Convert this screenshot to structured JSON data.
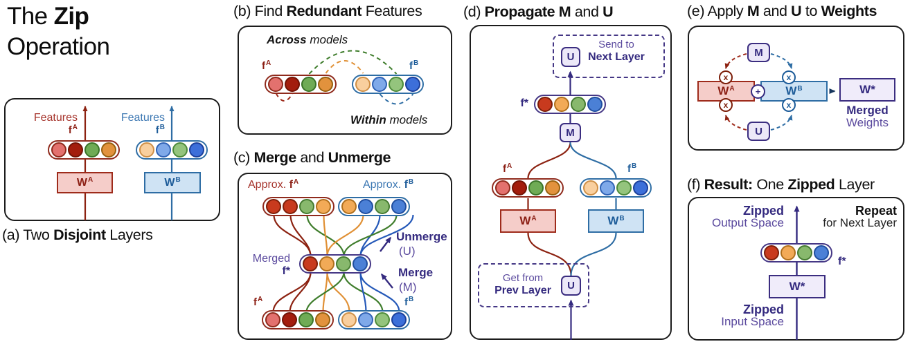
{
  "main_title": {
    "line1": [
      {
        "t": "The "
      },
      {
        "t": "Zip",
        "b": 1
      }
    ],
    "line2": "Operation"
  },
  "labels": {
    "features": "Features",
    "approx": "Approx.",
    "f_a": {
      "base": "f",
      "sup": "A"
    },
    "f_b": {
      "base": "f",
      "sup": "B"
    },
    "f_star": "f*",
    "w_a": {
      "base": "W",
      "sup": "A"
    },
    "w_b": {
      "base": "W",
      "sup": "B"
    },
    "w_star": "W*",
    "m": "M",
    "u": "U",
    "x": "x",
    "plus": "+"
  },
  "panel_a": {
    "caption": [
      {
        "t": "(a) Two "
      },
      {
        "t": "Disjoint",
        "b": 1
      },
      {
        "t": " Layers"
      }
    ]
  },
  "panel_b": {
    "title": [
      {
        "t": "(b) Find "
      },
      {
        "t": "Redundant",
        "b": 1
      },
      {
        "t": " Features"
      }
    ],
    "across": [
      {
        "t": "Across",
        "b": 1
      },
      {
        "t": " models"
      }
    ],
    "within": [
      {
        "t": "Within",
        "b": 1
      },
      {
        "t": " models"
      }
    ]
  },
  "panel_c": {
    "title": [
      {
        "t": "(c) "
      },
      {
        "t": "Merge",
        "b": 1
      },
      {
        "t": " and "
      },
      {
        "t": "Unmerge",
        "b": 1
      }
    ],
    "merged_label": "Merged",
    "unmerge": "Unmerge",
    "unmerge_sub": "(U)",
    "merge": "Merge",
    "merge_sub": "(M)"
  },
  "panel_d": {
    "title": [
      {
        "t": "(d) "
      },
      {
        "t": "Propagate M",
        "b": 1
      },
      {
        "t": " and "
      },
      {
        "t": "U",
        "b": 1
      }
    ],
    "send_to": "Send to",
    "next_layer": "Next Layer",
    "get_from": "Get from",
    "prev_layer": "Prev Layer"
  },
  "panel_e": {
    "title": [
      {
        "t": "(e) Apply "
      },
      {
        "t": "M",
        "b": 1
      },
      {
        "t": " and "
      },
      {
        "t": "U",
        "b": 1
      },
      {
        "t": " to "
      },
      {
        "t": "Weights",
        "b": 1
      }
    ],
    "merged": "Merged",
    "weights": "Weights"
  },
  "panel_f": {
    "title": [
      {
        "t": "(f) "
      },
      {
        "t": "Result:",
        "b": 1
      },
      {
        "t": " One "
      },
      {
        "t": "Zipped",
        "b": 1
      },
      {
        "t": " Layer"
      }
    ],
    "zipped_out": "Zipped",
    "output_space": "Output Space",
    "repeat": "Repeat",
    "for_next_layer": "for Next Layer",
    "zipped_in": "Zipped",
    "input_space": "Input Space"
  },
  "circles": {
    "fA": [
      {
        "f": "#e3716e",
        "s": "#8f2a1c"
      },
      {
        "f": "#a31d0d",
        "s": "#701204"
      },
      {
        "f": "#6fab55",
        "s": "#3a7328"
      },
      {
        "f": "#e2923d",
        "s": "#96600f"
      }
    ],
    "fB": [
      {
        "f": "#f9cf9e",
        "s": "#cf8f45"
      },
      {
        "f": "#7fa9e9",
        "s": "#2f62b5"
      },
      {
        "f": "#94c47d",
        "s": "#4c8a39"
      },
      {
        "f": "#3d6fd9",
        "s": "#1b3f9a"
      }
    ],
    "merged": [
      {
        "f": "#c83a1e",
        "s": "#7c1e09"
      },
      {
        "f": "#f2aa57",
        "s": "#b06f1c"
      },
      {
        "f": "#88b86d",
        "s": "#447a30"
      },
      {
        "f": "#4b80d6",
        "s": "#1f4d9e"
      }
    ],
    "approxA": [
      {
        "f": "#c83a1e",
        "s": "#7c1e09"
      },
      {
        "f": "#c83a1e",
        "s": "#7c1e09"
      },
      {
        "f": "#88b86d",
        "s": "#447a30"
      },
      {
        "f": "#f2aa57",
        "s": "#b06f1c"
      }
    ],
    "approxB": [
      {
        "f": "#f2aa57",
        "s": "#b06f1c"
      },
      {
        "f": "#4b80d6",
        "s": "#1f4d9e"
      },
      {
        "f": "#88b86d",
        "s": "#447a30"
      },
      {
        "f": "#4b80d6",
        "s": "#1f4d9e"
      }
    ]
  },
  "colors": {
    "red_line": "#8c2211",
    "red_text": "#a6342c",
    "red_bold": "#8c1f14",
    "red_box_fill": "#f5cdc9",
    "red_box_border": "#9e2b1b",
    "blue_line": "#2e6da4",
    "blue_text": "#3d78b3",
    "blue_bold": "#1d5c99",
    "blue_box_fill": "#cfe3f4",
    "purple_dark": "#342a7f",
    "purple_mid": "#5b4a9e",
    "lavender_fill": "#ece8f8",
    "wstar_fill": "#f0ecfa",
    "green_line": "#3f7d2c",
    "orange_line": "#e09035",
    "navy_arrow": "#17365d",
    "panel_border": "#1c1c1c"
  }
}
